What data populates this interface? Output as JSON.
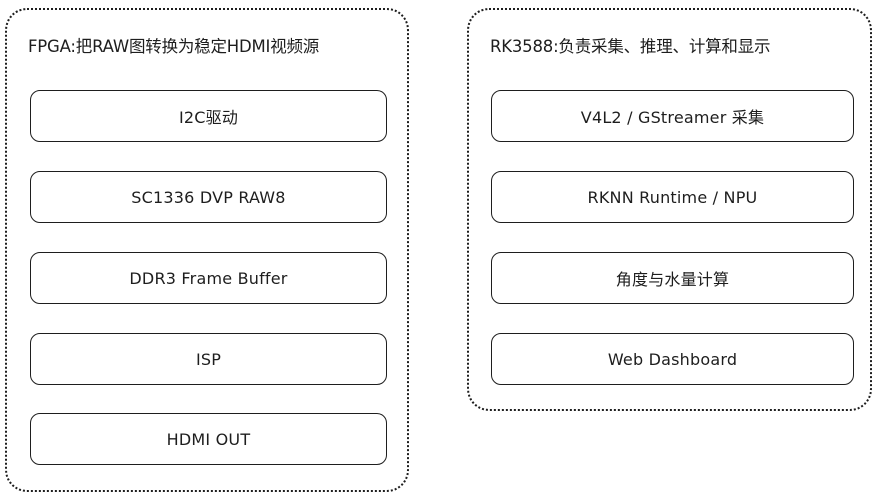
{
  "fpga": {
    "title": "FPGA:把RAW图转换为稳定HDMI视频源",
    "modules": [
      {
        "label": "I2C驱动"
      },
      {
        "label": "SC1336 DVP RAW8"
      },
      {
        "label": "DDR3 Frame Buffer"
      },
      {
        "label": "ISP"
      },
      {
        "label": "HDMI OUT"
      }
    ]
  },
  "rk3588": {
    "title": "RK3588:负责采集、推理、计算和显示",
    "modules": [
      {
        "label": "V4L2 / GStreamer 采集"
      },
      {
        "label": "RKNN Runtime / NPU"
      },
      {
        "label": "角度与水量计算"
      },
      {
        "label": "Web Dashboard"
      }
    ]
  }
}
